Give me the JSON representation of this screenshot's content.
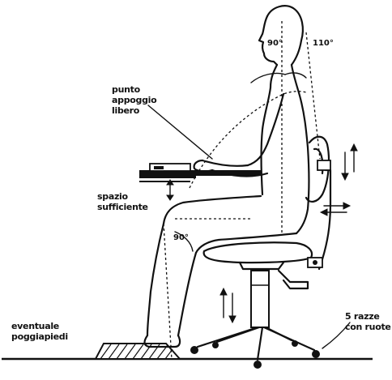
{
  "labels": {
    "free_support_point": [
      "punto",
      "appoggio",
      "libero"
    ],
    "sufficient_space": [
      "spazio",
      "sufficiente"
    ],
    "footrest": [
      "eventuale",
      "poggiapiedi"
    ],
    "five_spokes": [
      "5 razze",
      "con ruote"
    ]
  },
  "angles": {
    "back_upright": "90°",
    "back_recline": "110°",
    "knee": "90°"
  }
}
